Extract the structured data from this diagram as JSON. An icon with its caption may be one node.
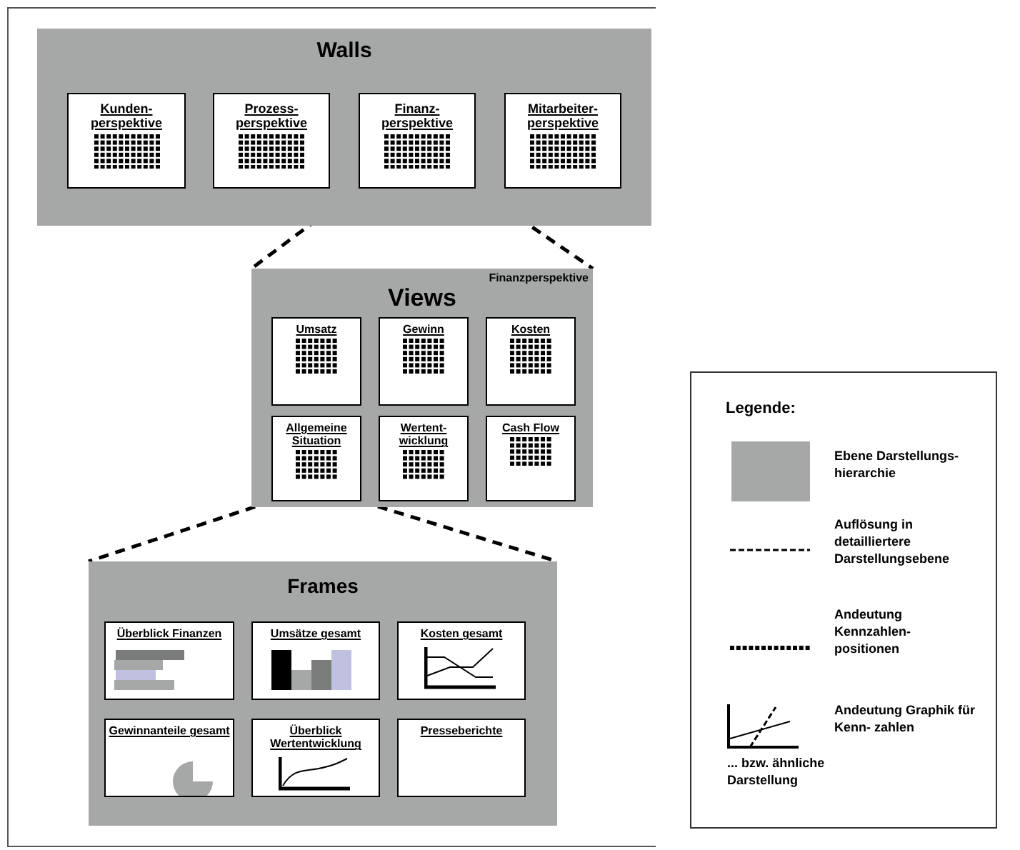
{
  "diagram": {
    "nodes": [
      {
        "text": [
          "Walls"
        ]
      },
      {
        "text": [
          "Kunden- perspektive"
        ],
        "in": 0
      },
      {
        "text": [
          "Prozess- perspektive"
        ],
        "in": 0
      },
      {
        "text": [
          "Finanz- perspektive"
        ],
        "in": 0
      },
      {
        "text": [
          "Mitarbeiter- perspektive"
        ],
        "in": 0
      },
      {
        "text": [
          "Views",
          "Finanzperspektive"
        ]
      },
      {
        "text": [
          "Umsatz"
        ],
        "in": 5
      },
      {
        "text": [
          "Gewinn"
        ],
        "in": 5
      },
      {
        "text": [
          "Kosten"
        ],
        "in": 5
      },
      {
        "text": [
          "Allgemeine Situation"
        ],
        "in": 5
      },
      {
        "text": [
          "Wertent- wicklung"
        ],
        "in": 5
      },
      {
        "text": [
          "Cash Flow"
        ],
        "in": 5
      },
      {
        "text": [
          "Frames"
        ]
      },
      {
        "text": [
          "Überblick Finanzen"
        ],
        "in": 12
      },
      {
        "text": [
          "Umsätze gesamt"
        ],
        "in": 12
      },
      {
        "text": [
          "Kosten gesamt"
        ],
        "in": 12
      },
      {
        "text": [
          "Gewinnanteile gesamt"
        ],
        "in": 12
      },
      {
        "text": [
          "Überblick Wertentwicklung"
        ],
        "in": 12
      },
      {
        "text": [
          "Presseberichte"
        ],
        "in": 12
      }
    ],
    "edges": [
      {
        "from": 3,
        "to": 5,
        "arrow": "none",
        "style": "dashed"
      },
      {
        "from": 3,
        "to": 5,
        "arrow": "none",
        "style": "dashed"
      },
      {
        "from": 9,
        "to": 12,
        "arrow": "none",
        "style": "dashed"
      },
      {
        "from": 9,
        "to": 12,
        "arrow": "none",
        "style": "dashed"
      }
    ],
    "labels": [
      "Legende:",
      "... bzw. ähnliche Darstellung"
    ],
    "legend": [
      {
        "text": "Ebene Darstellungs- hierarchie",
        "color": "#a6a8a8"
      },
      {
        "text": "Auflösung in detailliertere Darstellungsebene"
      },
      {
        "text": "Andeutung Kennzahlen- positionen"
      },
      {
        "text": "Andeutung Graphik für Kenn- zahlen"
      }
    ]
  }
}
